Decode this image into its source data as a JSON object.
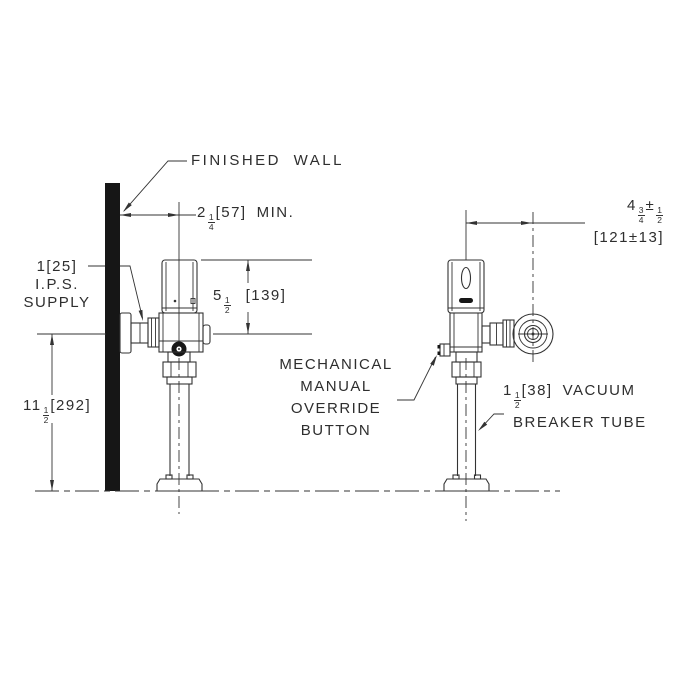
{
  "drawing": {
    "finished_wall_label": "FINISHED WALL",
    "wall_offset_dim": {
      "whole": "2",
      "num": "1",
      "den": "4",
      "bracket": "[57]",
      "qualifier": "MIN."
    },
    "supply_label": {
      "line1": "1[25]",
      "line2": "I.P.S.",
      "line3": "SUPPLY"
    },
    "valve_height_dim": {
      "whole": "5",
      "num": "1",
      "den": "2",
      "bracket": "[139]"
    },
    "supply_height_dim": {
      "whole": "11",
      "num": "1",
      "den": "2",
      "bracket": "[292]"
    },
    "override_label": {
      "line1": "MECHANICAL",
      "line2": "MANUAL",
      "line3": "OVERRIDE",
      "line4": "BUTTON"
    },
    "sensor_offset_dim": {
      "whole": "4",
      "num": "3",
      "den": "4",
      "plus_minus": "±",
      "tol_num": "1",
      "tol_den": "2",
      "metric": "[121±13]"
    },
    "vacuum_breaker_label": {
      "whole": "1",
      "num": "1",
      "den": "2",
      "bracket": "[38]",
      "word": "VACUUM",
      "line2": "BREAKER TUBE"
    }
  }
}
